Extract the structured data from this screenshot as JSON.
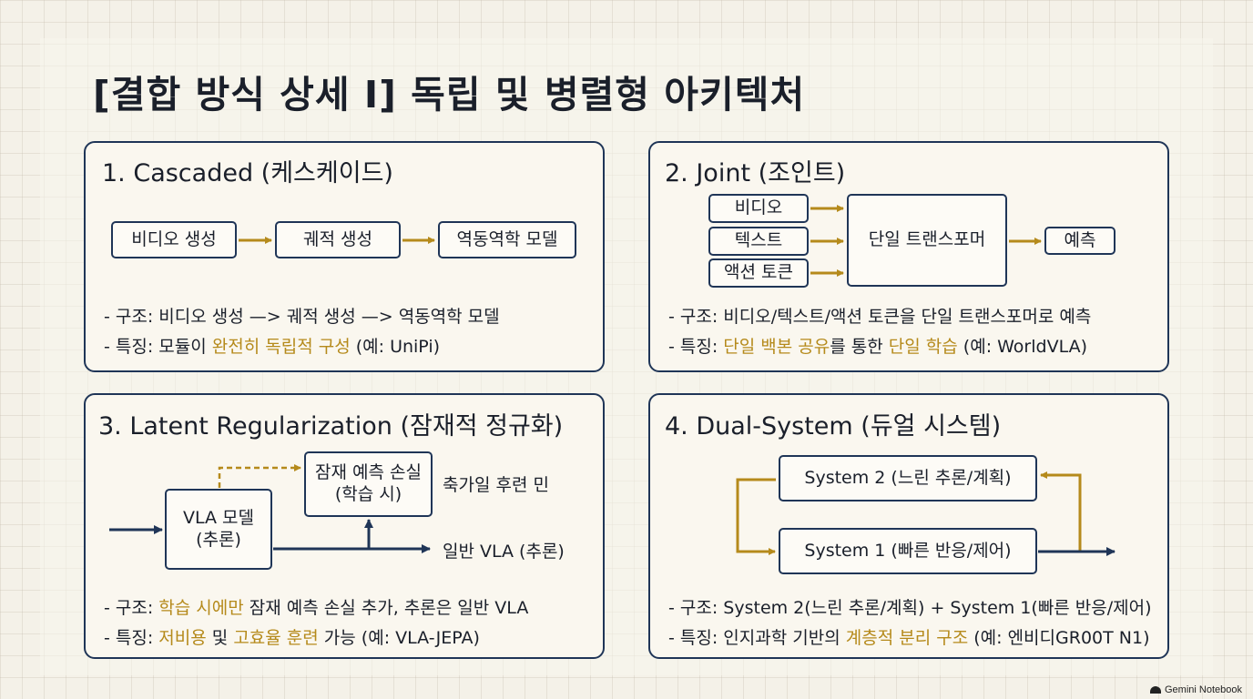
{
  "title": "[결합 방식 상세 I] 독립 및 병렬형 아키텍처",
  "brand": "Gemini Notebook",
  "panels": {
    "p1": {
      "title": "1. Cascaded (케스케이드)",
      "boxes": [
        "비디오 생성",
        "궤적 생성",
        "역동역학 모델"
      ],
      "structure": "- 구조: 비디오 생성 —> 궤적 생성 —> 역동역학 모델",
      "feature": {
        "pre": "- 특징: 모듈이 ",
        "hl1": "완전히 독립적 구성",
        "post": " (예: UniPi)"
      }
    },
    "p2": {
      "title": "2. Joint (조인트)",
      "inputs": [
        "비디오",
        "텍스트",
        "액션 토큰"
      ],
      "center": "단일 트랜스포머",
      "output": "예측",
      "structure": "- 구조: 비디오/텍스트/액션 토큰을 단일 트랜스포머로 예측",
      "feature": {
        "pre": "- 특징: ",
        "hl1": "단일 백본 공유",
        "mid": "를 통한 ",
        "hl2": "단일 학습",
        "post": " (예: WorldVLA)"
      }
    },
    "p3": {
      "title": "3. Latent Regularization (잠재적 정규화)",
      "vla_box": "VLA 모델\n(추론)",
      "loss_box": "잠재 예측 손실\n(학습 시)",
      "side_note": "축가일 후련 민",
      "out_label": "일반 VLA (추론)",
      "structure": {
        "pre": "- 구조: ",
        "hl1": "학습 시에만",
        "post": " 잠재 예측 손실 추가, 추론은 일반 VLA"
      },
      "feature": {
        "pre": "- 특징: ",
        "hl1": "저비용",
        "mid": " 및 ",
        "hl2": "고효율 훈련",
        "post": " 가능 (예: VLA-JEPA)"
      }
    },
    "p4": {
      "title": "4. Dual-System (듀얼 시스템)",
      "sys2": "System 2 (느린 추론/계획)",
      "sys1": "System 1 (빠른 반응/제어)",
      "structure": "- 구조: System 2(느린 추론/계획) + System 1(빠른 반응/제어)",
      "feature": {
        "pre": "- 특징: 인지과학 기반의 ",
        "hl1": "계층적 분리 구조",
        "post": " (예: 엔비디GR00T N1)"
      }
    }
  },
  "colors": {
    "navy": "#1f3557",
    "gold": "#b58a1b",
    "background": "#f4f1e8"
  }
}
